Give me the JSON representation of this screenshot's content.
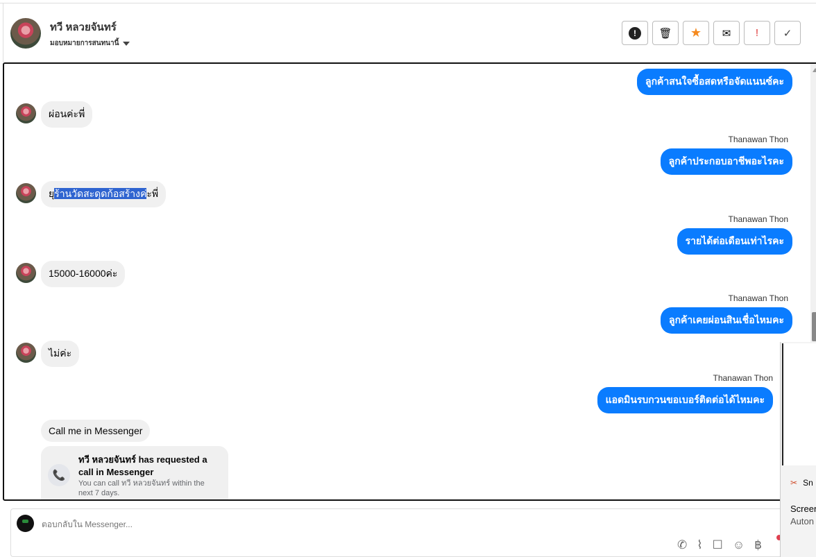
{
  "header": {
    "name": "ทวี หลวยจันทร์",
    "assign_label": "มอบหมายการสนทนานี้"
  },
  "actions": [
    {
      "name": "spam-report",
      "icon": "!",
      "color": "#222"
    },
    {
      "name": "delete",
      "icon": "🗑",
      "color": "#333"
    },
    {
      "name": "star",
      "icon": "★",
      "color": "#f58a1f"
    },
    {
      "name": "mark-unread",
      "icon": "✉",
      "color": "#333"
    },
    {
      "name": "important",
      "icon": "!",
      "color": "#d33"
    },
    {
      "name": "done",
      "icon": "✓",
      "color": "#444"
    }
  ],
  "messages": {
    "out1": "ลูกค้าสนใจซื้อสดหรือจัดแนนซ์คะ",
    "in1": "ผ่อนค่ะพี่",
    "sender": "Thanawan Thon",
    "out2": "ลูกค้าประกอบอาชีพอะไรคะ",
    "in2_pre": "ยุ",
    "in2_sel": "ร้านวัดสะดุดก้อสร้างค",
    "in2_post": "่ะพี่",
    "out3": "รายได้ต่อเดือนเท่าไรคะ",
    "in3": "15000-16000ค่ะ",
    "out4": "ลูกค้าเคยผ่อนสินเชื่อไหมคะ",
    "in4": "ไม่ค่ะ",
    "out5": "แอดมินรบกวนขอเบอร์ติดต่อได้ไหมคะ",
    "in5": "Call me in Messenger"
  },
  "call_card": {
    "title": "ทวี หลวยจันทร์ has requested a call in Messenger",
    "subtitle": "You can call ทวี หลวยจันทร์ within the next 7 days."
  },
  "composer": {
    "placeholder": "ตอบกลับใน Messenger..."
  },
  "snip": {
    "app": "Sn",
    "line1": "Screen",
    "line2": "Auton"
  }
}
